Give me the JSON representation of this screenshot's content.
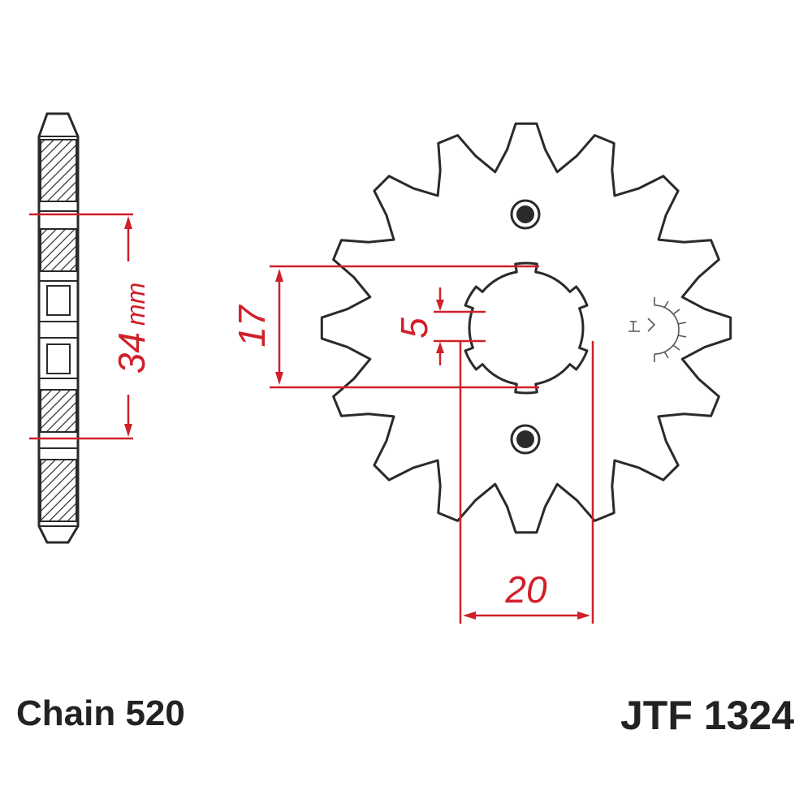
{
  "part_number": "JTF 1324",
  "chain": "Chain 520",
  "dimensions": {
    "thickness": "34",
    "thickness_unit": "mm",
    "bolt_circle": "17",
    "spline_depth": "5",
    "bore": "20"
  },
  "sprocket": {
    "teeth": 16,
    "outline_color": "#2a2a2a",
    "dimension_color": "#d0202a"
  }
}
